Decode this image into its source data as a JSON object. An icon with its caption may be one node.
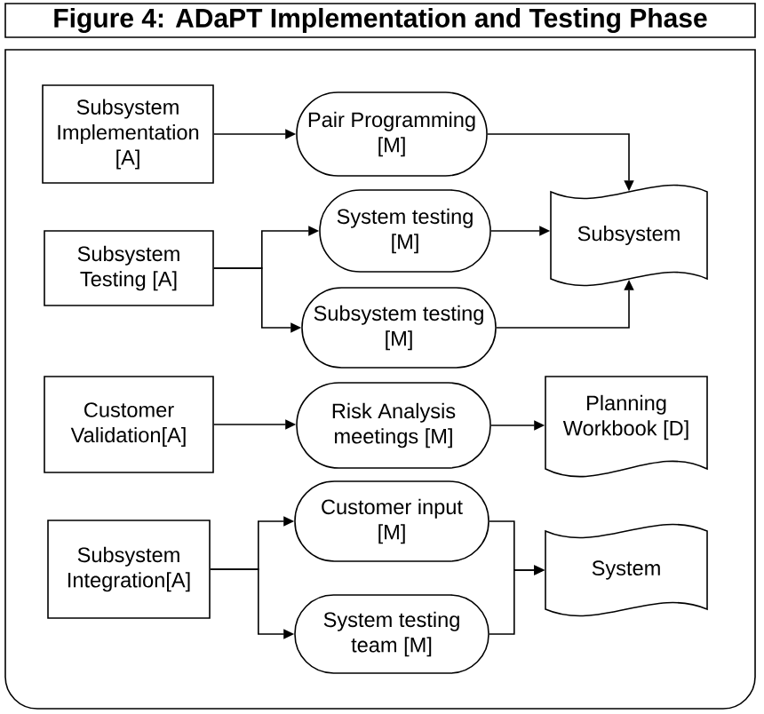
{
  "diagram": {
    "title": "Figure 4: ADaPT Implementation  and Testing Phase",
    "nodes": [
      {
        "text": [
          "Subsystem Implementation [A]"
        ]
      },
      {
        "text": [
          "Pair Programming [M]"
        ]
      },
      {
        "text": [
          "Subsystem"
        ]
      },
      {
        "text": [
          "Subsystem Testing [A]"
        ]
      },
      {
        "text": [
          "System testing [M]"
        ]
      },
      {
        "text": [
          "Subsystem testing [M]"
        ]
      },
      {
        "text": [
          "Customer Validation[A]"
        ]
      },
      {
        "text": [
          "Risk Analysis meetings [M]"
        ]
      },
      {
        "text": [
          "Planning Workbook [D]"
        ]
      },
      {
        "text": [
          "Subsystem Integration[A]"
        ]
      },
      {
        "text": [
          "Customer input [M]"
        ]
      },
      {
        "text": [
          "System testing team [M]"
        ]
      },
      {
        "text": [
          "System"
        ]
      }
    ],
    "edges": [
      {
        "from": 0,
        "to": 1,
        "arrow": "to"
      },
      {
        "from": 1,
        "to": 2,
        "arrow": "to"
      },
      {
        "from": 3,
        "to": 4,
        "arrow": "to"
      },
      {
        "from": 3,
        "to": 5,
        "arrow": "to"
      },
      {
        "from": 4,
        "to": 2,
        "arrow": "to"
      },
      {
        "from": 5,
        "to": 2,
        "arrow": "to"
      },
      {
        "from": 6,
        "to": 7,
        "arrow": "to"
      },
      {
        "from": 7,
        "to": 8,
        "arrow": "to"
      },
      {
        "from": 9,
        "to": 10,
        "arrow": "to"
      },
      {
        "from": 9,
        "to": 11,
        "arrow": "to"
      },
      {
        "from": 10,
        "to": 12,
        "arrow": "to"
      },
      {
        "from": 11,
        "to": 12,
        "arrow": "to"
      }
    ]
  }
}
